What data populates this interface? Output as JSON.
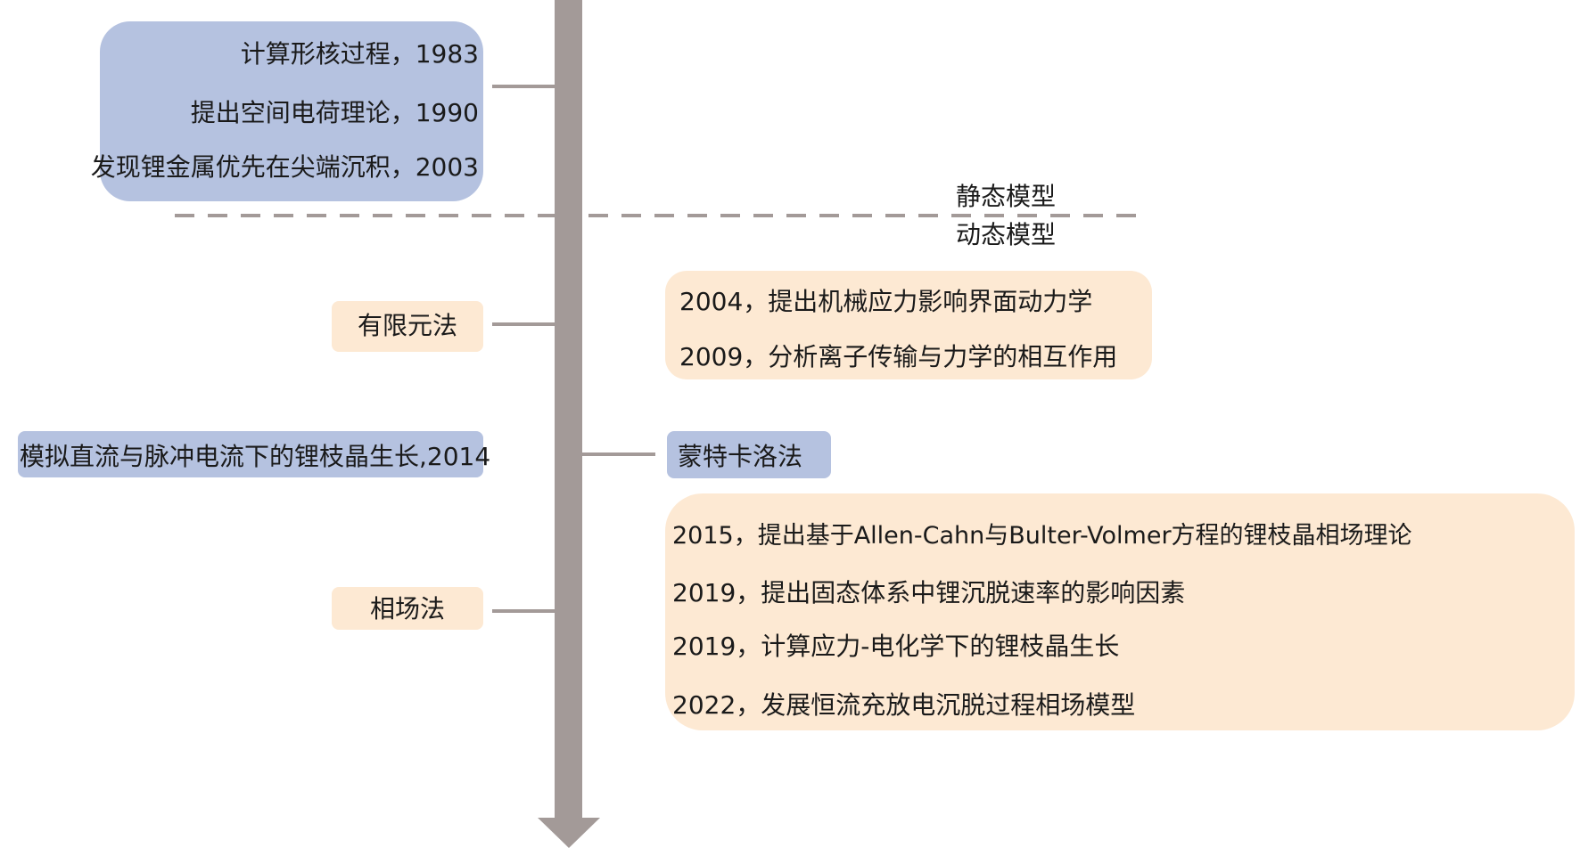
{
  "static": {
    "items": [
      "计算形核过程，1983",
      "提出空间电荷理论，1990",
      "发现锂金属优先在尖端沉积，2003"
    ]
  },
  "divider": {
    "upper_label": "静态模型",
    "lower_label": "动态模型"
  },
  "fem": {
    "label": "有限元法",
    "items": [
      "2004，提出机械应力影响界面动力学",
      "2009，分析离子传输与力学的相互作用"
    ]
  },
  "montecarlo": {
    "label": "蒙特卡洛法",
    "item": "模拟直流与脉冲电流下的锂枝晶生长,2014"
  },
  "phasefield": {
    "label": "相场法",
    "items": [
      "2015，提出基于Allen-Cahn与Bulter-Volmer方程的锂枝晶相场理论",
      "2019，提出固态体系中锂沉脱速率的影响因素",
      "2019，计算应力-电化学下的锂枝晶生长",
      "2022，发展恒流充放电沉脱过程相场模型"
    ]
  },
  "colors": {
    "axis": "#a39a98",
    "blue_box": "#b5c2e0",
    "peach_box": "#fde9d3"
  }
}
